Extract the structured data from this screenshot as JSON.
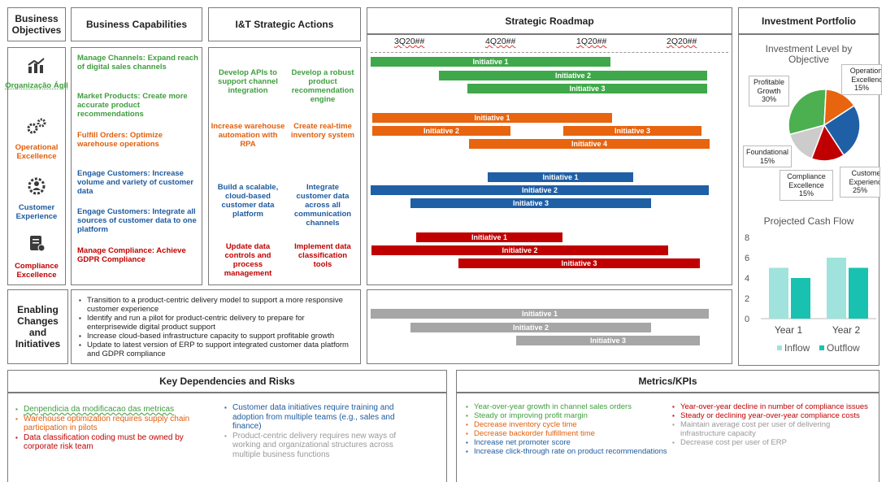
{
  "headers": {
    "objectives": "Business Objectives",
    "capabilities": "Business Capabilities",
    "actions": "I&T Strategic Actions",
    "roadmap": "Strategic Roadmap",
    "portfolio": "Investment Portfolio",
    "enabling": "Enabling Changes and Initiatives",
    "risks": "Key Dependencies and Risks",
    "metrics": "Metrics/KPIs"
  },
  "objectives": [
    {
      "label": "Organização Ágil",
      "icon": "chart-up-icon",
      "color": "#3f9e3f"
    },
    {
      "label": "Operational Excellence",
      "icon": "gears-icon",
      "color": "#e15f0c"
    },
    {
      "label": "Customer Experience",
      "icon": "customer-gear-icon",
      "color": "#1e5a9e"
    },
    {
      "label": "Compliance Excellence",
      "icon": "clipboard-check-icon",
      "color": "#c00000"
    }
  ],
  "capabilities": [
    "Manage Channels: Expand reach of digital sales channels",
    "Market Products: Create more accurate product recommendations",
    "Fulfill Orders: Optimize warehouse operations",
    "Engage Customers: Increase volume and variety of customer data",
    "Engage Customers: Integrate all sources of customer data to one platform",
    "Manage Compliance: Achieve GDPR Compliance"
  ],
  "actions": [
    "Develop APIs to support channel integration",
    "Develop a robust product recommendation engine",
    "Increase warehouse automation with RPA",
    "Create real-time inventory system",
    "Build a scalable, cloud-based customer data platform",
    "Integrate customer data across all communication channels",
    "Update data controls and process management",
    "Implement data classification tools"
  ],
  "roadmap": {
    "quarters": [
      "3Q20##",
      "4Q20##",
      "1Q20##",
      "2Q20##"
    ],
    "bars": {
      "g1": "Initiative 1",
      "g2": "Initiative 2",
      "g3": "Initiative 3",
      "o1": "Initiative 1",
      "o2": "Initiative 2",
      "o3": "Initiative 3",
      "o4": "Initiative 4",
      "b1": "Initiative 1",
      "b2": "Initiative 2",
      "b3": "Initiative 3",
      "r1": "Initiative 1",
      "r2": "Initiative 2",
      "r3": "Initiative 3",
      "y1": "Initiative 1",
      "y2": "Initiative 2",
      "y3": "Initiative 3"
    }
  },
  "enabling_items": [
    "Transition to a product-centric delivery model to support a more responsive customer experience",
    "Identify and run a pilot for product-centric delivery to prepare for enterprisewide digital product support",
    "Increase cloud-based infrastructure capacity to support profitable growth",
    "Update to latest version of ERP to support integrated customer data platform and GDPR compliance"
  ],
  "risks_left": [
    {
      "text": "Denpendicia da modificacao das metricas",
      "color": "#3f9e3f"
    },
    {
      "text": "Warehouse optimization requires supply chain participation in pilots",
      "color": "#e15f0c"
    },
    {
      "text": "Data classification coding must be owned by corporate risk team",
      "color": "#c00000"
    }
  ],
  "risks_right": [
    {
      "text": "Customer data initiatives require training and adoption from multiple teams (e.g., sales and finance)",
      "color": "#1e5a9e"
    },
    {
      "text": "Product-centric delivery requires new ways of working and organizational structures across multiple business functions",
      "color": "#999999"
    }
  ],
  "metrics_left": [
    {
      "text": "Year-over-year growth in channel sales orders",
      "color": "#3f9e3f"
    },
    {
      "text": "Steady or improving profit margin",
      "color": "#3f9e3f"
    },
    {
      "text": "Decrease inventory cycle time",
      "color": "#e15f0c"
    },
    {
      "text": "Decrease backorder fulfillment time",
      "color": "#e15f0c"
    },
    {
      "text": "Increase net promoter score",
      "color": "#1e5a9e"
    },
    {
      "text": "Increase click-through rate on product recommendations",
      "color": "#1e5a9e"
    }
  ],
  "metrics_right": [
    {
      "text": "Year-over-year decline in number of compliance issues",
      "color": "#c00000"
    },
    {
      "text": "Steady or declining year-over-year compliance costs",
      "color": "#c00000"
    },
    {
      "text": "Maintain average cost per user of delivering infrastructure capacity",
      "color": "#999999"
    },
    {
      "text": "Decrease cost per user of ERP",
      "color": "#999999"
    }
  ],
  "chart_data": [
    {
      "type": "pie",
      "title": "Investment Level by Objective",
      "labels": [
        "Profitable Growth",
        "Operational Excellence",
        "Customer Experience",
        "Compliance Excellence",
        "Foundational"
      ],
      "values": [
        30,
        15,
        25,
        15,
        15
      ],
      "value_labels": [
        "30%",
        "15%",
        "25%",
        "15%",
        "15%"
      ],
      "colors": [
        "#4caf50",
        "#e8640f",
        "#1f5fa6",
        "#c00000",
        "#cccccc"
      ]
    },
    {
      "type": "bar",
      "title": "Projected Cash Flow",
      "categories": [
        "Year 1",
        "Year 2"
      ],
      "series": [
        {
          "name": "Inflow",
          "values": [
            5,
            6
          ],
          "color": "#9fe3dc"
        },
        {
          "name": "Outflow",
          "values": [
            4,
            5
          ],
          "color": "#19c2b0"
        }
      ],
      "yticks": [
        "0",
        "2",
        "4",
        "6",
        "8"
      ],
      "ylim": [
        0,
        8
      ],
      "legend": "bottom"
    }
  ]
}
